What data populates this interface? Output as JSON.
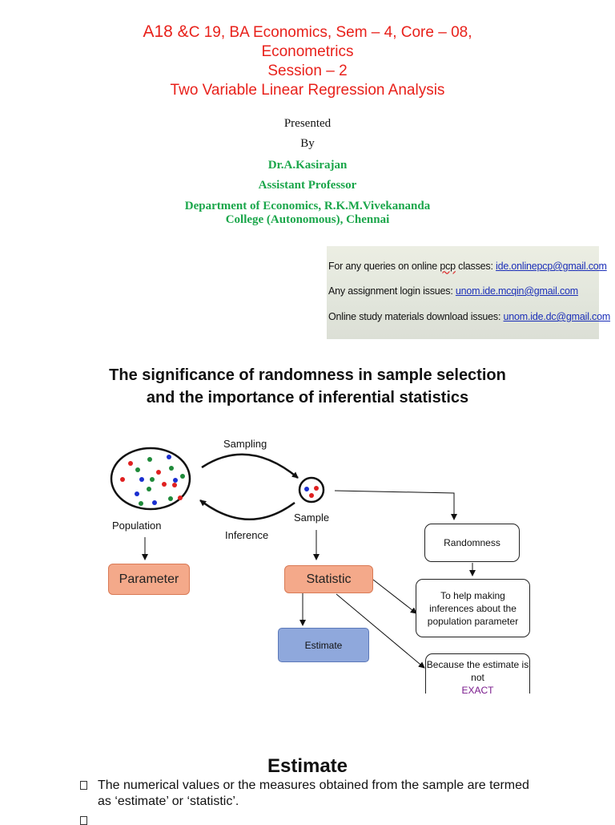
{
  "title_slide": {
    "line1": {
      "a": "A18 &",
      "b": "C 19, BA Economics, Sem – 4, Core – 08,"
    },
    "line2": "Econometrics",
    "line3": "Session – 2",
    "line4": "Two Variable Linear Regression Analysis",
    "presented": "Presented",
    "by": "By",
    "author": "Dr.A.Kasirajan",
    "role": "Assistant Professor",
    "dept_line1": "Department of Economics, R.K.M.Vivekananda",
    "dept_line2": "College (Autonomous), Chennai",
    "colors": {
      "title": "#e8211b",
      "author": "#1aa64a"
    }
  },
  "contact_box": {
    "row1": {
      "text1": "For any queries on online ",
      "pcp": "pcp",
      "text2": " classes: ",
      "email": "ide.onlinepcp@gmail.com"
    },
    "row2": {
      "text": "Any assignment login issues: ",
      "email": "unom.ide.mcqin@gmail.com"
    },
    "row3": {
      "text": "Online study materials download issues: ",
      "email": "unom.ide.dc@gmail.com"
    }
  },
  "randomness_slide": {
    "heading_line1": "The significance of randomness in sample selection",
    "heading_line2": "and the importance of inferential statistics",
    "diagram": {
      "sampling_label": "Sampling",
      "population_label": "Population",
      "sample_label": "Sample",
      "inference_label": "Inference",
      "parameter_box": "Parameter",
      "statistic_box": "Statistic",
      "estimate_box": "Estimate",
      "randomness_box": "Randomness",
      "inferences_box": "To help making inferences about the population parameter",
      "because_box": {
        "text": "Because the estimate is not",
        "exact": "EXACT"
      },
      "dot_colors": {
        "red": "#e02020",
        "green": "#1f8a3a",
        "blue": "#1a2fd0"
      }
    }
  },
  "estimate_slide": {
    "title": "Estimate",
    "bullet1": "The numerical values or the measures obtained from the sample are termed as ‘estimate’ or ‘statistic’."
  }
}
